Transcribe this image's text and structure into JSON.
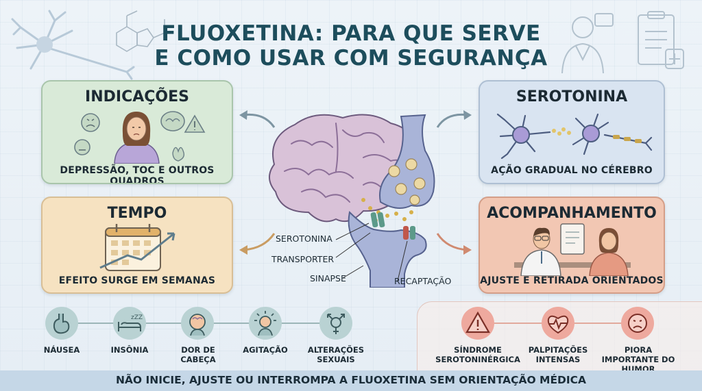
{
  "title": {
    "line1": "FLUOXETINA: PARA QUE SERVE",
    "line2": "E COMO USAR COM SEGURANÇA"
  },
  "cards": {
    "indicacoes": {
      "heading": "INDICAÇÕES",
      "caption": "DEPRESSÃO, TOC E OUTROS QUADROS"
    },
    "tempo": {
      "heading": "TEMPO",
      "caption": "EFEITO SURGE EM SEMANAS"
    },
    "serotonina": {
      "heading": "SEROTONINA",
      "caption": "AÇÃO GRADUAL NO CÉREBRO"
    },
    "acompanhamento": {
      "heading": "ACOMPANHAMENTO",
      "caption": "AJUSTE E RETIRADA ORIENTADOS"
    }
  },
  "synapse_labels": {
    "serotonina": "SEROTONINA",
    "transporter": "TRANSPORTER",
    "sinapse": "SINAPSE",
    "recaptacao": "RECAPTAÇÃO"
  },
  "side_effects": [
    {
      "label": "NÁUSEA",
      "icon": "stomach-icon"
    },
    {
      "label": "INSÔNIA",
      "icon": "sleep-icon"
    },
    {
      "label": "DOR DE CABEÇA",
      "icon": "headache-icon"
    },
    {
      "label": "AGITAÇÃO",
      "icon": "agitation-icon"
    },
    {
      "label": "ALTERAÇÕES SEXUAIS",
      "icon": "gender-icon"
    }
  ],
  "warnings": [
    {
      "label": "SÍNDROME SEROTONINÉRGICA",
      "icon": "warning-icon"
    },
    {
      "label": "PALPITAÇÕES INTENSAS",
      "icon": "heart-pulse-icon"
    },
    {
      "label": "PIORA IMPORTANTE DO HUMOR",
      "icon": "sad-face-icon"
    }
  ],
  "footer": "NÃO INICIE, AJUSTE OU INTERROMPA A FLUOXETINA SEM ORIENTAÇÃO MÉDICA",
  "colors": {
    "title": "#1d4d5c",
    "indicacoes_bg": "#d9ead8",
    "tempo_bg": "#f6e2c1",
    "serotonina_bg": "#d9e4f1",
    "acompanhamento_bg": "#f2c7b3",
    "side_effect_circle": "#b9d2d3",
    "warning_circle": "#eea99e"
  }
}
